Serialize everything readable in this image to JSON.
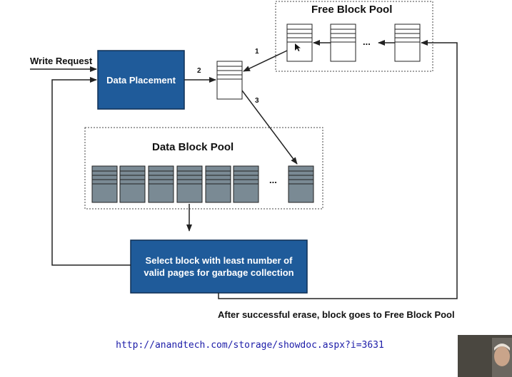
{
  "diagram": {
    "free_block_pool_title": "Free Block Pool",
    "data_block_pool_title": "Data Block Pool",
    "write_request_label": "Write Request",
    "data_placement_label": "Data Placement",
    "select_block_line1": "Select block with least number of",
    "select_block_line2": "valid pages for garbage collection",
    "after_erase_label": "After successful erase, block goes to Free Block Pool",
    "ellipsis": "...",
    "step_labels": [
      "1",
      "2",
      "3"
    ],
    "colors": {
      "process_box": "#1f5b9a",
      "data_block_fill": "#7a8a94",
      "free_block_fill": "#ffffff",
      "arrow": "#222222"
    }
  },
  "footer": {
    "url_text": "http://anandtech.com/storage/showdoc.aspx?i=3631"
  },
  "overlay": {
    "presenter_thumbnail": "presenter-video-icon"
  }
}
